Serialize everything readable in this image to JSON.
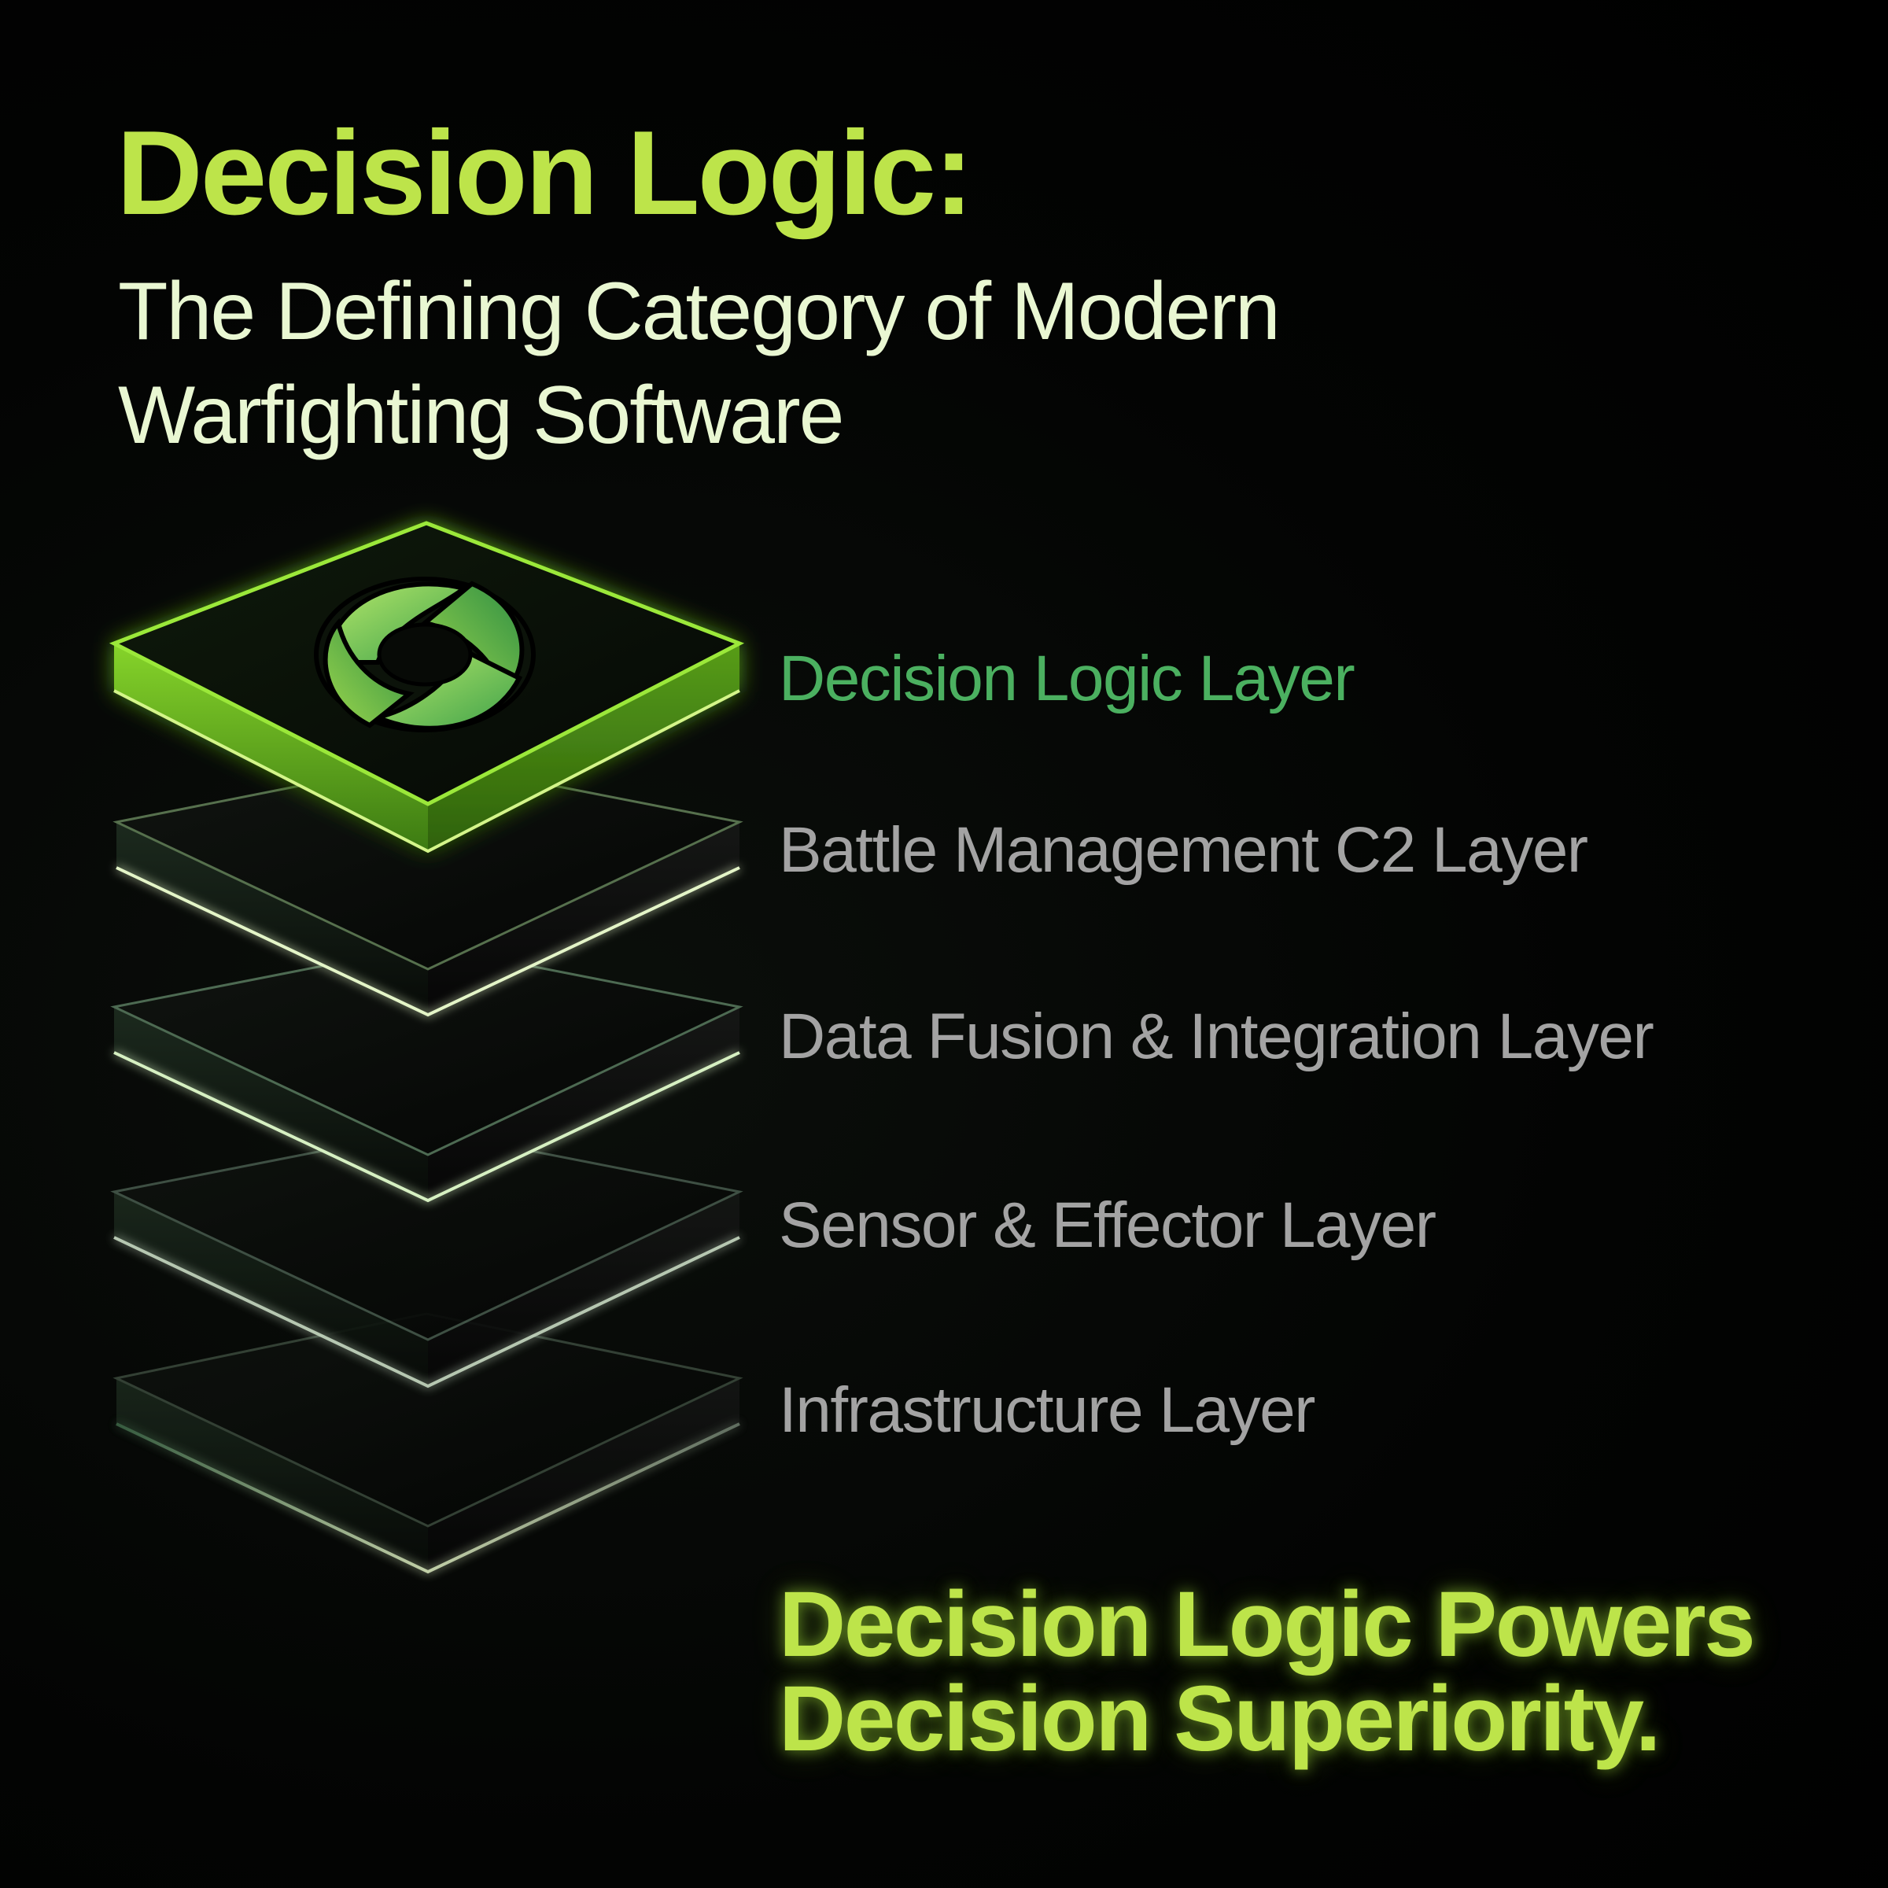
{
  "heading": {
    "title": "Decision Logic:",
    "subtitle_line1": "The Defining Category of Modern",
    "subtitle_line2": "Warfighting Software"
  },
  "layers": [
    {
      "label": "Decision Logic Layer",
      "highlighted": true,
      "icon": "decision-logic-logo-icon"
    },
    {
      "label": "Battle Management C2 Layer",
      "highlighted": false
    },
    {
      "label": "Data Fusion & Integration Layer",
      "highlighted": false
    },
    {
      "label": "Sensor & Effector Layer",
      "highlighted": false
    },
    {
      "label": "Infrastructure Layer",
      "highlighted": false
    }
  ],
  "tagline": {
    "line1": "Decision Logic Powers",
    "line2": "Decision Superiority."
  },
  "colors": {
    "background": "#000000",
    "title": "#bde44a",
    "subtitle": "#e9f7d2",
    "active_label": "#4bb060",
    "inactive_label": "#a3a3a3",
    "active_layer": "#7ed321",
    "layer_edge": "#cfe8a8"
  }
}
